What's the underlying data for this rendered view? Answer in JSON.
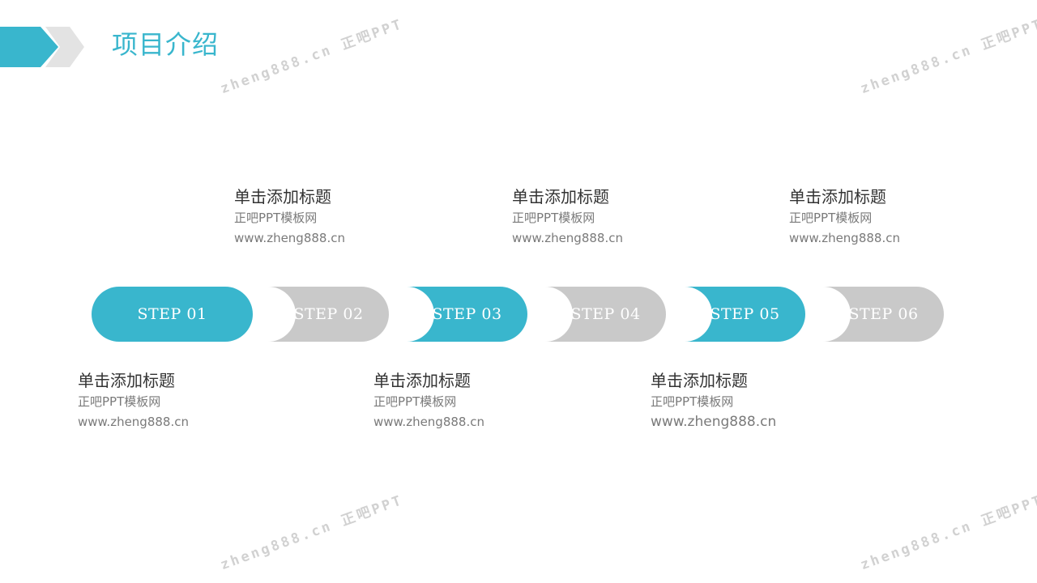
{
  "header": {
    "title": "项目介绍",
    "accent_color": "#39b6cd",
    "secondary_color": "#e3e3e3"
  },
  "watermark": {
    "text": "zheng888.cn 正吧PPT"
  },
  "colors": {
    "teal": "#39b6cd",
    "gray": "#c9c9c9"
  },
  "steps": [
    {
      "label": "STEP 01",
      "color": "teal"
    },
    {
      "label": "STEP 02",
      "color": "gray"
    },
    {
      "label": "STEP 03",
      "color": "teal"
    },
    {
      "label": "STEP 04",
      "color": "gray"
    },
    {
      "label": "STEP 05",
      "color": "teal"
    },
    {
      "label": "STEP 06",
      "color": "gray"
    }
  ],
  "top_items": [
    {
      "title": "单击添加标题",
      "subtitle": "正吧PPT模板网",
      "url": "www.zheng888.cn"
    },
    {
      "title": "单击添加标题",
      "subtitle": "正吧PPT模板网",
      "url": "www.zheng888.cn"
    },
    {
      "title": "单击添加标题",
      "subtitle": "正吧PPT模板网",
      "url": "www.zheng888.cn"
    }
  ],
  "bottom_items": [
    {
      "title": "单击添加标题",
      "subtitle": "正吧PPT模板网",
      "url": "www.zheng888.cn"
    },
    {
      "title": "单击添加标题",
      "subtitle": "正吧PPT模板网",
      "url": "www.zheng888.cn"
    },
    {
      "title": "单击添加标题",
      "subtitle": "正吧PPT模板网",
      "url": "www.zheng888.cn"
    }
  ]
}
